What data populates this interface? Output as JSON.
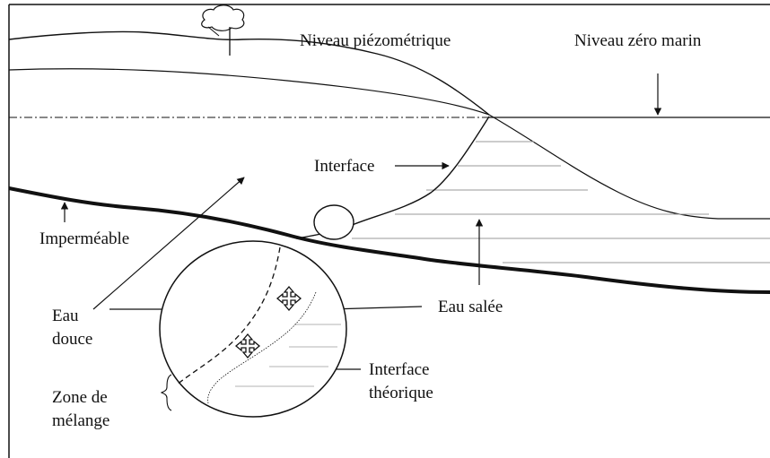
{
  "labels": {
    "niveau_piezometrique": "Niveau piézométrique",
    "niveau_zero_marin": "Niveau zéro marin",
    "interface": "Interface",
    "impermeable": "Imperméable",
    "eau_douce_line1": "Eau",
    "eau_douce_line2": "douce",
    "eau_salee": "Eau salée",
    "interface_theorique_line1": "Interface",
    "interface_theorique_line2": "théorique",
    "zone_melange_line1": "Zone de",
    "zone_melange_line2": "mélange"
  },
  "icons": {
    "tree": "tree-icon",
    "mixing_arrows": "four-way-arrow-icon"
  },
  "colors": {
    "ink": "#111111",
    "hatch": "#9a9a9a"
  }
}
